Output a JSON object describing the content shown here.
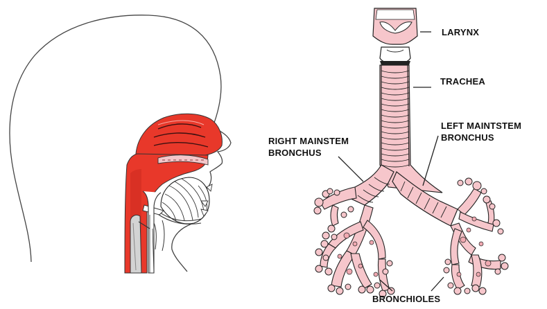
{
  "colors": {
    "muscle_red": "#e8382a",
    "airway_pink": "#f6c6cb",
    "airway_dark_pink": "#f0a9b1",
    "outline": "#222222"
  },
  "labels": {
    "larynx": "LARYNX",
    "trachea": "TRACHEA",
    "left_mainstem_line1": "LEFT MAINTSTEM",
    "left_mainstem_line2": "BRONCHUS",
    "right_mainstem_line1": "RIGHT MAINSTEM",
    "right_mainstem_line2": "BRONCHUS",
    "bronchioles": "BRONCHIOLES"
  }
}
